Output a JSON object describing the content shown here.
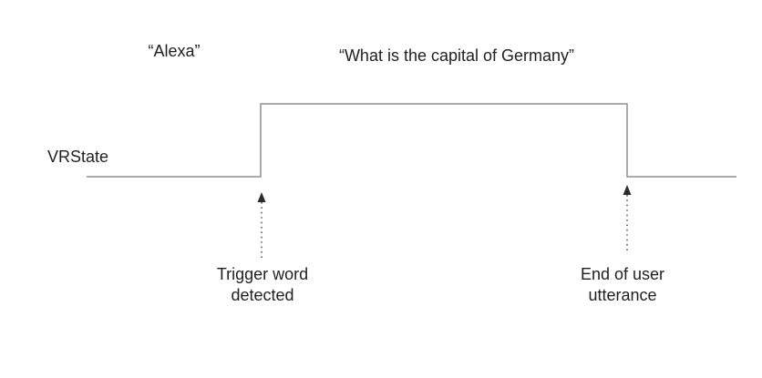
{
  "colors": {
    "background": "#ffffff",
    "signal_line": "#8d8d8d",
    "arrow": "#2b2b2b",
    "text": "#1f1f1f"
  },
  "speech_labels": {
    "trigger_word": "“Alexa”",
    "utterance": "“What is the capital of Germany”"
  },
  "signal": {
    "label": "VRState",
    "type": "timing-pulse",
    "states": [
      "low",
      "high",
      "low"
    ]
  },
  "annotations": {
    "trigger": {
      "line1": "Trigger word",
      "line2": "detected"
    },
    "end": {
      "line1": "End of user",
      "line2": "utterance"
    }
  }
}
